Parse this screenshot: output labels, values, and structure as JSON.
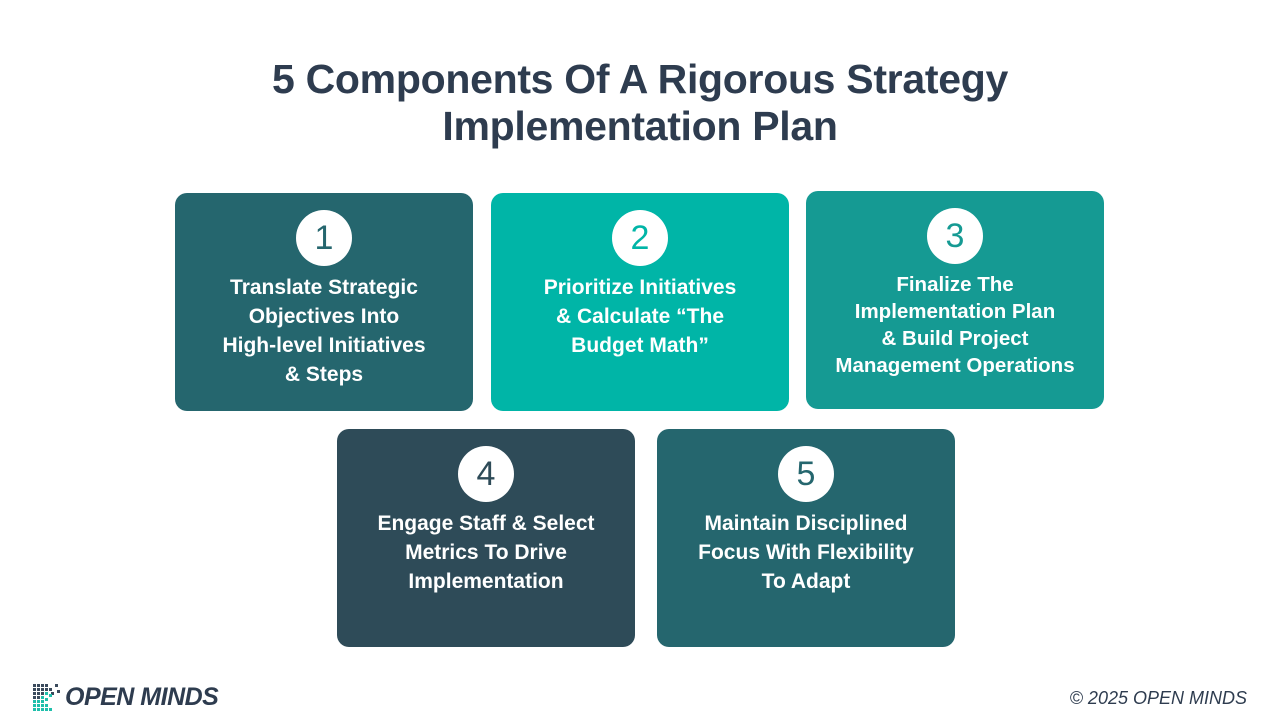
{
  "title": {
    "line1": "5 Components Of A Rigorous Strategy",
    "line2": "Implementation Plan"
  },
  "components": [
    {
      "number": "1",
      "lines": [
        "Translate Strategic",
        "Objectives Into",
        "High-level Initiatives",
        "& Steps"
      ],
      "color": "#25666e"
    },
    {
      "number": "2",
      "lines": [
        "Prioritize Initiatives",
        "& Calculate “The",
        "Budget Math”"
      ],
      "color": "#00b5a7"
    },
    {
      "number": "3",
      "lines": [
        "Finalize The",
        "Implementation Plan",
        "& Build Project",
        "Management Operations"
      ],
      "color": "#159a93"
    },
    {
      "number": "4",
      "lines": [
        "Engage Staff & Select",
        "Metrics To Drive",
        "Implementation"
      ],
      "color": "#2e4b58"
    },
    {
      "number": "5",
      "lines": [
        "Maintain Disciplined",
        "Focus With Flexibility",
        "To Adapt"
      ],
      "color": "#25666e"
    }
  ],
  "footer": {
    "logo_text": "OPEN MINDS",
    "copyright": "© 2025 OPEN MINDS"
  }
}
